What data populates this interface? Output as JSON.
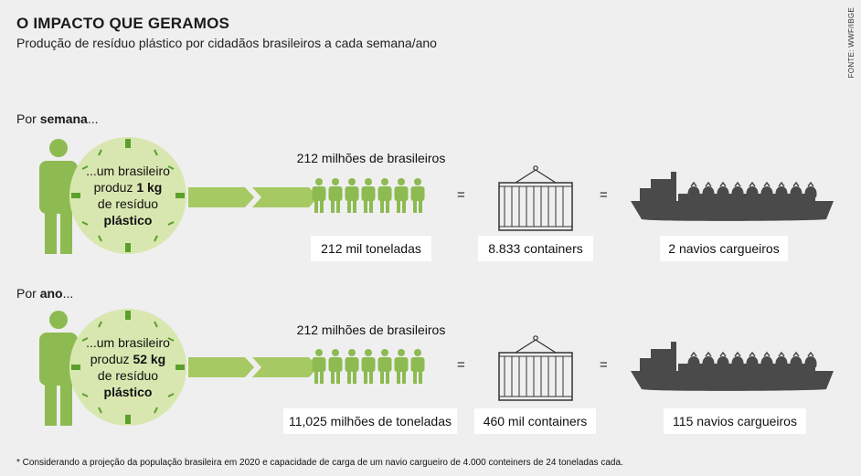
{
  "header": {
    "title": "O IMPACTO QUE GERAMOS",
    "subtitle": "Produção de resíduo plástico por cidadãos brasileiros a cada semana/ano",
    "source": "FONTE: WWF/IBGE"
  },
  "colors": {
    "background": "#efefef",
    "green_dark": "#8dbb51",
    "green_mid": "#a6c963",
    "green_light": "#d8e7b0",
    "green_tick": "#5aa02c",
    "ship_gray": "#4a4a4a",
    "box_white": "#ffffff"
  },
  "rows": [
    {
      "label_prefix": "Por ",
      "label_bold": "semana",
      "label_suffix": "...",
      "clock_line1": "...um brasileiro",
      "clock_line2_prefix": "produz ",
      "clock_line2_bold": "1 kg",
      "clock_line3": "de resíduo",
      "clock_line4_bold": "plástico",
      "population_label": "212 milhões de brasileiros",
      "equals": "=",
      "tonnage": "212 mil toneladas",
      "containers": "8.833 containers",
      "ships": "2 navios cargueiros"
    },
    {
      "label_prefix": "Por ",
      "label_bold": "ano",
      "label_suffix": "...",
      "clock_line1": "...um brasileiro",
      "clock_line2_prefix": "produz ",
      "clock_line2_bold": "52 kg",
      "clock_line3": "de resíduo",
      "clock_line4_bold": "plástico",
      "population_label": "212 milhões de brasileiros",
      "equals": "=",
      "tonnage": "11,025 milhões de toneladas",
      "containers": "460 mil containers",
      "ships": "115 navios cargueiros"
    }
  ],
  "icons": {
    "person": "person-icon",
    "clock": "clock-icon",
    "arrow": "chevron-arrow-icon",
    "crowd": "crowd-icon",
    "container": "container-icon",
    "ship": "cargo-ship-icon"
  },
  "footnote": "* Considerando a projeção da população brasileira em 2020 e capacidade de carga de um navio cargueiro de 4.000 conteiners de 24 toneladas cada."
}
